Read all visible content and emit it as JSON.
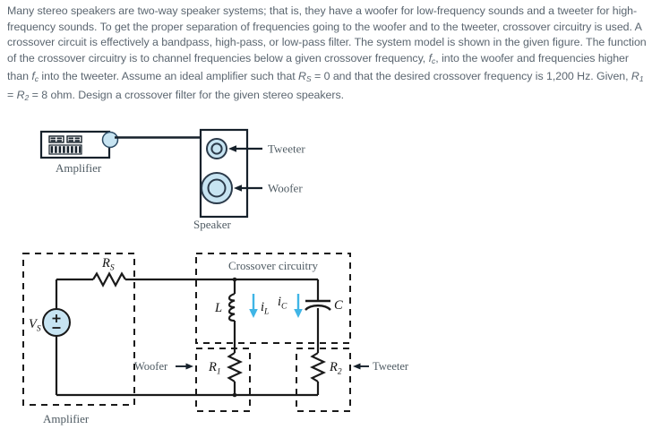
{
  "problem": {
    "lines": [
      "Many stereo speakers are two-way speaker systems; that is, they have a woofer for low-frequency sounds and",
      "a tweeter for high-frequency sounds. To get the proper separation of frequencies going to the woofer and to",
      "the tweeter, crossover circuitry is used. A crossover circuit is effectively a bandpass, high-pass, or low-pass",
      "filter. The system model is shown in the given figure. The function of the crossover circuitry is to channel",
      "frequencies below a given crossover frequency, fc, into the woofer and frequencies higher than fc into the",
      "tweeter. Assume an ideal amplifier such that RS = 0 and that the desired crossover frequency is 1,200 Hz.",
      "Given, R1 = R2 = 8 ohm. Design a crossover filter for the given stereo speakers."
    ],
    "full_text": "Many stereo speakers are two-way speaker systems; that is, they have a woofer for low-frequency sounds and a tweeter for high-frequency sounds. To get the proper separation of frequencies going to the woofer and to the tweeter, crossover circuitry is used. A crossover circuit is effectively a bandpass, high-pass, or low-pass filter. The system model is shown in the given figure. The function of the crossover circuitry is to channel frequencies below a given crossover frequency, fc, into the woofer and frequencies higher than fc into the tweeter. Assume an ideal amplifier such that RS = 0 and that the desired crossover frequency is 1,200 Hz. Given, R1 = R2 = 8 ohm. Design a crossover filter for the given stereo speakers.",
    "crossover_frequency": "1,200 Hz",
    "source_resistance": "0",
    "load_resistance": "8 ohm",
    "text_color": "#5b6670"
  },
  "system_diagram": {
    "amplifier_label": "Amplifier",
    "speaker_label": "Speaker",
    "tweeter_label": "Tweeter",
    "woofer_label": "Woofer",
    "accent_color": "#c7e4f2",
    "outline_color": "#16212b"
  },
  "circuit": {
    "boxes": {
      "amplifier": "Amplifier",
      "crossover": "Crossover circuitry",
      "woofer": "Woofer",
      "tweeter": "Tweeter"
    },
    "components": {
      "source": "V",
      "source_sub": "S",
      "source_plus": "+",
      "source_minus": "−",
      "rs": "R",
      "rs_sub": "S",
      "inductor": "L",
      "capacitor": "C",
      "r1": "R",
      "r1_sub": "1",
      "r2": "R",
      "r2_sub": "2",
      "current_l": "i",
      "current_l_sub": "L",
      "current_c": "i",
      "current_c_sub": "C"
    },
    "arrow_color": "#3fb5e6",
    "wire_color": "#1a1a1a",
    "dash_color": "#1a1a1a"
  }
}
